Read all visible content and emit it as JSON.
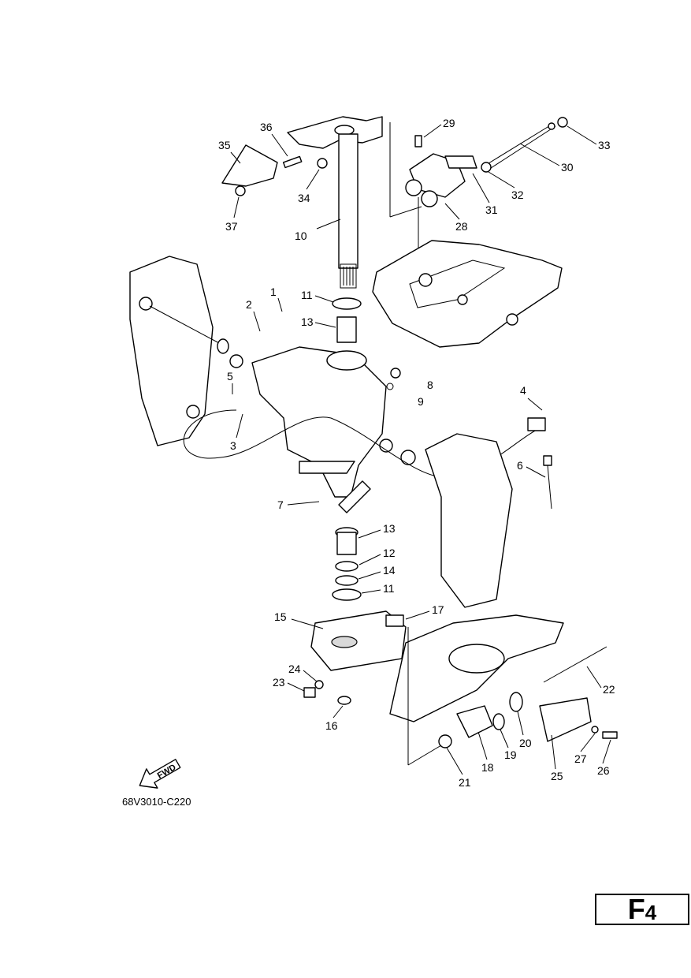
{
  "diagram": {
    "drawing_code": "68V3010-C220",
    "fwd_label": "FWD",
    "page_code": {
      "letter": "F",
      "number": "4"
    },
    "part_numbers": [
      "1",
      "2",
      "3",
      "4",
      "5",
      "6",
      "7",
      "8",
      "9",
      "10",
      "11",
      "12",
      "13",
      "14",
      "15",
      "16",
      "17",
      "18",
      "19",
      "20",
      "21",
      "22",
      "23",
      "24",
      "25",
      "26",
      "27",
      "28",
      "29",
      "30",
      "31",
      "32",
      "33",
      "34",
      "35",
      "36",
      "37"
    ],
    "callouts": [
      "11",
      "13",
      "13",
      "12",
      "14",
      "11"
    ]
  }
}
